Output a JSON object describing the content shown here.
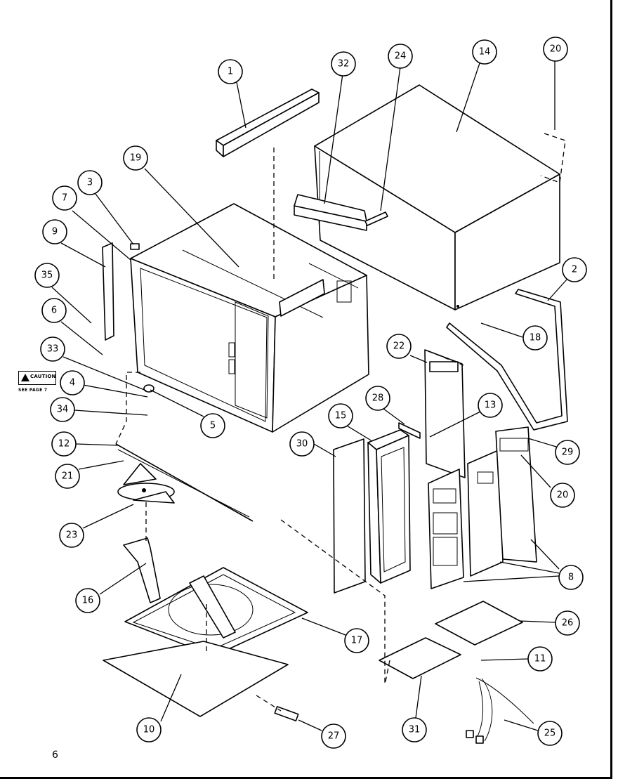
{
  "page_number": "6",
  "caution_label": {
    "title": "CAUTION",
    "reference": "SEE PAGE 7"
  },
  "part_callouts": [
    "1",
    "32",
    "24",
    "14",
    "20",
    "19",
    "3",
    "7",
    "9",
    "35",
    "6",
    "33",
    "4",
    "34",
    "12",
    "21",
    "23",
    "16",
    "10",
    "17",
    "27",
    "5",
    "30",
    "15",
    "28",
    "22",
    "13",
    "2",
    "18",
    "29",
    "20",
    "8",
    "26",
    "11",
    "31",
    "25"
  ]
}
